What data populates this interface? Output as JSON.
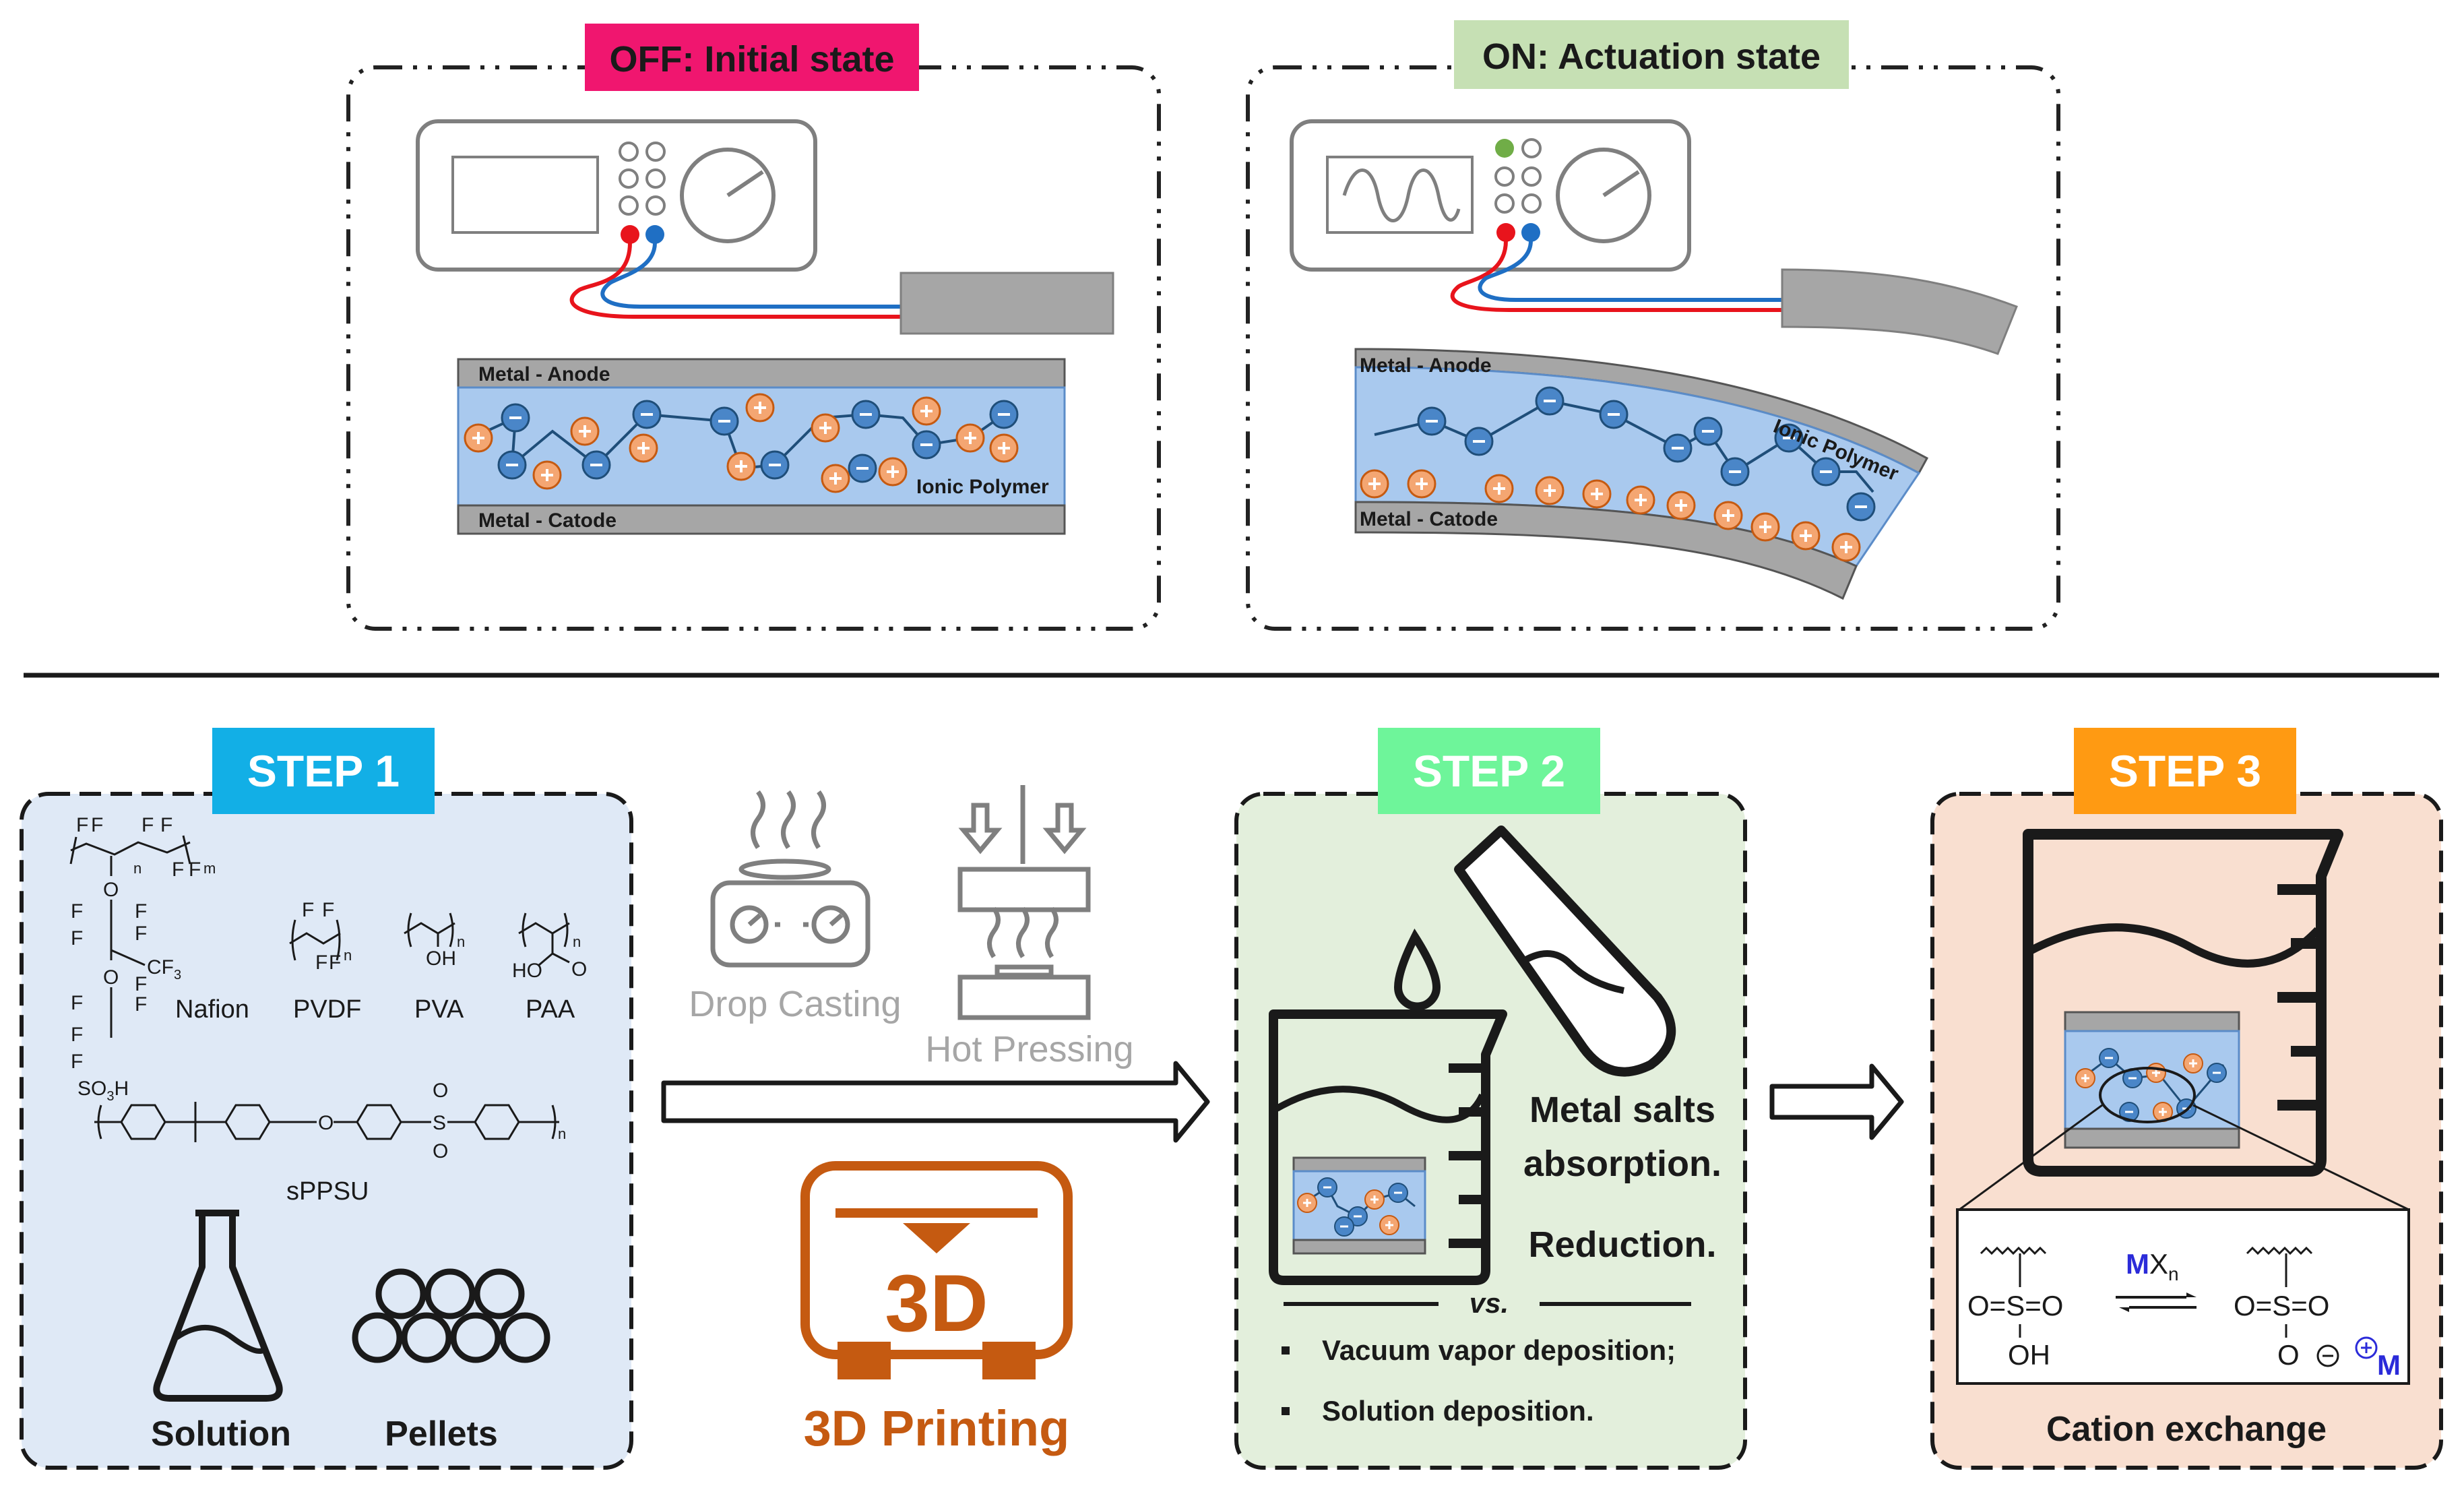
{
  "top": {
    "off_state": {
      "badge": "OFF: Initial state",
      "anode": "Metal - Anode",
      "cathode": "Metal - Catode",
      "polymer": "Ionic Polymer"
    },
    "on_state": {
      "badge": "ON: Actuation state",
      "anode": "Metal - Anode",
      "cathode": "Metal - Catode",
      "polymer": "Ionic Polymer"
    }
  },
  "step1": {
    "badge": "STEP 1",
    "polymers": {
      "nafion": "Nafion",
      "pvdf": "PVDF",
      "pva": "PVA",
      "paa": "PAA",
      "sppsu": "sPPSU"
    },
    "nafion_atoms": {
      "f": "F",
      "cf3": "CF",
      "cf3_sub": "3",
      "o": "O",
      "so3h": "SO",
      "so3h_sub": "3",
      "so3h_h": "H",
      "n": "n",
      "m": "m"
    },
    "pva_oh": "OH",
    "paa_ho": "HO",
    "paa_o": "O",
    "sppsu_o": "O",
    "sppsu_s": "S",
    "n_sub": "n",
    "solution": "Solution",
    "pellets": "Pellets"
  },
  "methods": {
    "drop_casting": "Drop Casting",
    "hot_pressing": "Hot Pressing",
    "printing_3d_icon": "3D",
    "printing_3d": "3D Printing"
  },
  "step2": {
    "badge": "STEP 2",
    "line1": "Metal salts",
    "line2": "absorption.",
    "line3": "Reduction.",
    "vs": "vs.",
    "bullet1": "Vacuum vapor deposition;",
    "bullet2": "Solution deposition."
  },
  "step3": {
    "badge": "STEP 3",
    "left_group": "O=S=O",
    "left_oh": "OH",
    "reagent_m": "M",
    "reagent_x": "X",
    "reagent_n": "n",
    "right_group": "O=S=O",
    "right_o": "O",
    "cation": "M",
    "label": "Cation exchange"
  },
  "colors": {
    "off_badge": "#f0166f",
    "on_badge": "#c6e0b4",
    "step1_badge": "#12afe6",
    "step2_badge": "#6ef59a",
    "step3_badge": "#ff9a12",
    "step1_panel": "#dfe9f6",
    "step2_panel": "#e3efdc",
    "step3_panel": "#f9dfd0",
    "printing_orange": "#c55a11",
    "anion": "#3d7cc4",
    "cation": "#f4a672",
    "electrolyte": "#a9c9ee",
    "metal": "#a6a6a6"
  }
}
